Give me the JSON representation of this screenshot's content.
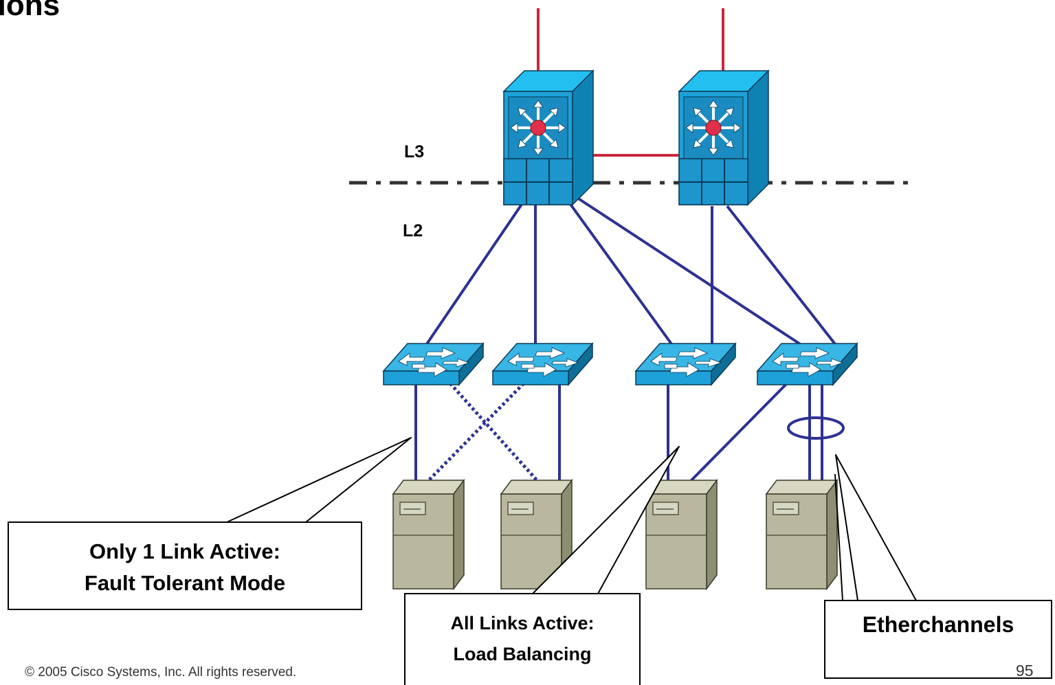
{
  "title_partial": "ing options",
  "labels": {
    "l3": "L3",
    "l2": "L2"
  },
  "callouts": {
    "fault_tolerant": [
      "Only 1 Link Active:",
      "Fault Tolerant Mode"
    ],
    "load_balancing": [
      "All Links Active:",
      "Load Balancing"
    ],
    "etherchannels": "Etherchannels"
  },
  "footer": {
    "copyright": "© 2005 Cisco Systems, Inc. All rights reserved.",
    "page_number": "95"
  },
  "colors": {
    "uplink_red": "#c8283c",
    "link_blue": "#2e3192",
    "device_blue": "#1ea0d8",
    "server_beige": "#b9b89e"
  },
  "icons": [
    "multilayer-switch-icon",
    "workgroup-switch-icon",
    "server-icon"
  ]
}
